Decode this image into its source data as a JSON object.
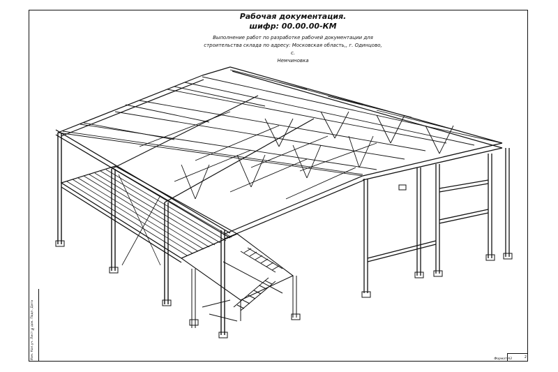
{
  "title_block": {
    "title": "Рабочая документация.",
    "code": "шифр: 00.00.00-КМ",
    "description_lines": [
      "Выполнение работ по разработке рабочей документации для",
      "строительства склада по адресу: Московская область,, г. Одинцово, с.",
      "Немчиновка"
    ]
  },
  "side_stamp": "Изм.  Кол.уч.  Лист  №док.  Подп.  Дата",
  "format_label": "Формат А3",
  "sheet_number": "2",
  "colors": {
    "line": "#111111",
    "paper": "#ffffff"
  }
}
